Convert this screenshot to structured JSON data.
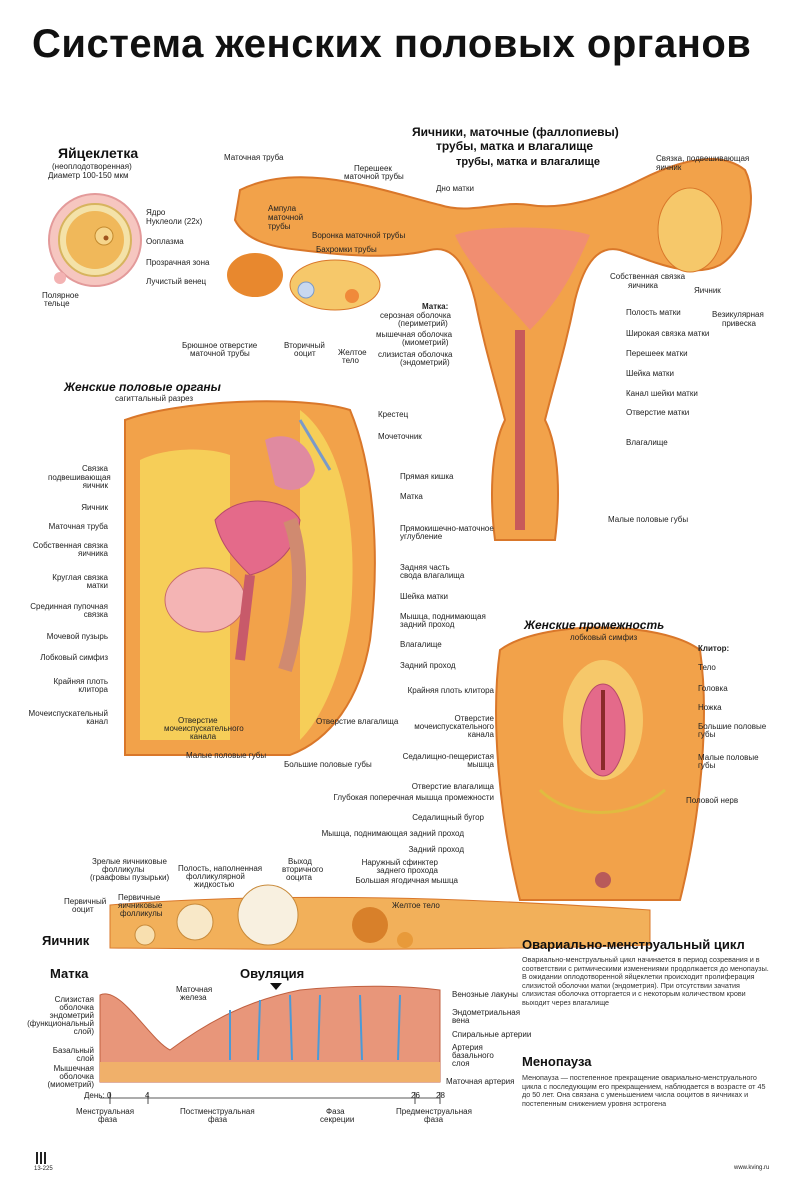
{
  "title": "Система женских половых органов",
  "egg": {
    "heading": "Яйцеклетка",
    "sub1": "(неоплодотворенная)",
    "sub2": "Диаметр 100-150 мкм",
    "nucleus": "Ядро",
    "nucleoli": "Нуклеоли (22х)",
    "ooplasm": "Ооплазма",
    "zona": "Прозрачная зона",
    "corona": "Лучистый венец",
    "polar_1": "Полярное",
    "polar_2": "тельце"
  },
  "uterus": {
    "heading_1": "Яичники, маточные (фаллопиевы)",
    "heading_2": "трубы, матка и влагалище",
    "heading_3": "трубы, матка и влагалище",
    "tube": "Маточная труба",
    "isthmus_1": "Перешеек",
    "isthmus_2": "маточной трубы",
    "fundus": "Дно матки",
    "suspensory_1": "Связка, подвешивающая",
    "suspensory_2": "яичник",
    "ampulla_1": "Ампула",
    "ampulla_2": "маточной",
    "ampulla_3": "трубы",
    "infundibulum": "Воронка маточной трубы",
    "fimbriae": "Бахромки трубы",
    "ovarian_lig_1": "Собственная связка",
    "ovarian_lig_2": "яичника",
    "ovary": "Яичник",
    "vesicular_1": "Везикулярная",
    "vesicular_2": "привеска",
    "abdominal_1": "Брюшное отверстие",
    "abdominal_2": "маточной трубы",
    "secondary_1": "Вторичный",
    "secondary_2": "ооцит",
    "yellow_1": "Желтое",
    "yellow_2": "тело",
    "uterus_label": "Матка:",
    "serosa_1": "серозная оболочка",
    "serosa_2": "(периметрий)",
    "muscle_1": "мышечная оболочка",
    "muscle_2": "(миометрий)",
    "mucosa_1": "слизистая оболочка",
    "mucosa_2": "(эндометрий)",
    "cavity": "Полость матки",
    "broad": "Широкая связка матки",
    "isthmus_uteri": "Перешеек матки",
    "cervix": "Шейка матки",
    "cervical_canal": "Канал шейки матки",
    "os": "Отверстие матки",
    "vagina": "Влагалище",
    "labia_minora": "Малые половые губы"
  },
  "sagittal": {
    "heading": "Женские половые органы",
    "sub": "сагиттальный разрез",
    "suspensory_1": "Связка",
    "suspensory_2": "подвешивающая",
    "suspensory_3": "яичник",
    "ovary": "Яичник",
    "tube": "Маточная труба",
    "ovarian_lig_1": "Собственная связка",
    "ovarian_lig_2": "яичника",
    "round_1": "Круглая связка",
    "round_2": "матки",
    "median_1": "Срединная пупочная",
    "median_2": "связка",
    "bladder": "Мочевой пузырь",
    "symphysis": "Лобковый симфиз",
    "prepuce_1": "Крайняя плоть",
    "prepuce_2": "клитора",
    "urethra_1": "Мочеиспускательный",
    "urethra_2": "канал",
    "sacrum": "Крестец",
    "ureter": "Мочеточник",
    "rectum": "Прямая кишка",
    "uterus": "Матка",
    "pouch_1": "Прямокишечно-маточное",
    "pouch_2": "углубление",
    "fornix_1": "Задняя часть",
    "fornix_2": "свода влагалища",
    "cervix": "Шейка матки",
    "levator_1": "Мышца, поднимающая",
    "levator_2": "задний проход",
    "vagina": "Влагалище",
    "anus": "Задний проход",
    "vaginal_opening": "Отверстие влагалища",
    "urethral_opening_1": "Отверстие",
    "urethral_opening_2": "мочеиспускательного",
    "urethral_opening_3": "канала",
    "labia_minora": "Малые половые губы",
    "labia_majora": "Большие половые губы"
  },
  "perineum": {
    "heading": "Женские промежность",
    "symphysis": "лобковый симфиз",
    "clitoris": "Клитор:",
    "body": "Тело",
    "glans": "Головка",
    "crus": "Ножка",
    "majora_1": "Большие половые",
    "majora_2": "губы",
    "minora_1": "Малые половые",
    "minora_2": "губы",
    "nerve": "Половой нерв",
    "prepuce": "Крайняя плоть клитора",
    "urethral_1": "Отверстие",
    "urethral_2": "мочеиспускательного",
    "urethral_3": "канала",
    "ischio_1": "Седалищно-пещеристая",
    "ischio_2": "мышца",
    "vaginal": "Отверстие влагалища",
    "transverse": "Глубокая поперечная мышца промежности",
    "tuber": "Седалищный бугор",
    "levator": "Мышца, поднимающая задний проход",
    "anus": "Задний проход",
    "sphincter_1": "Наружный сфинктер",
    "sphincter_2": "заднего прохода",
    "gluteus": "Большая ягодичная мышца"
  },
  "ovary_row": {
    "label": "Яичник",
    "mature_1": "Зрелые яичниковые",
    "mature_2": "фолликулы",
    "mature_3": "(граафовы пузырьки)",
    "cavity_1": "Полость, наполненная",
    "cavity_2": "фолликулярной",
    "cavity_3": "жидкостью",
    "exit_1": "Выход",
    "exit_2": "вторичного",
    "exit_3": "ооцита",
    "primary_oocyte_1": "Первичный",
    "primary_oocyte_2": "ооцит",
    "primary_follicles_1": "Первичные",
    "primary_follicles_2": "яичниковые",
    "primary_follicles_3": "фолликулы",
    "yellow": "Желтое тело"
  },
  "endometrium": {
    "label": "Матка",
    "ovulation": "Овуляция",
    "gland_1": "Маточная",
    "gland_2": "железа",
    "mucosa_1": "Слизистая",
    "mucosa_2": "оболочка",
    "mucosa_3": "эндометрий",
    "mucosa_4": "(функциональный",
    "mucosa_5": "слой)",
    "basal_1": "Базальный",
    "basal_2": "слой",
    "myo_1": "Мышечная",
    "myo_2": "оболочка",
    "myo_3": "(миометрий)",
    "days": "День:",
    "d0": "0",
    "d4": "4",
    "d26": "26",
    "d28": "28",
    "lacunae": "Венозные лакуны",
    "vein_1": "Эндометриальная",
    "vein_2": "вена",
    "spiral": "Спиральные артерии",
    "basal_art_1": "Артерия",
    "basal_art_2": "базального",
    "basal_art_3": "слоя",
    "uterine_art": "Маточная артерия",
    "phase1_1": "Менструальная",
    "phase1_2": "фаза",
    "phase2_1": "Постменструальная",
    "phase2_2": "фаза",
    "phase3_1": "Фаза",
    "phase3_2": "секреции",
    "phase4_1": "Предменструальная",
    "phase4_2": "фаза"
  },
  "cycle": {
    "heading": "Овариально-менструальный цикл",
    "text": "Овариально-менструальный цикл начинается в период созревания и в соответствии с ритмическими изменениями продолжается до менопаузы. В ожидании оплодотворенной яйцеклетки происходит пролиферация слизистой оболочки матки (эндометрия). При отсутствии зачатия слизистая оболочка отторгается и с некоторым количеством крови выходит через влагалище"
  },
  "menopause": {
    "heading": "Менопауза",
    "text": "Менопауза — постепенное прекращение овариально-менструального цикла с последующим его прекращением, наблюдается в возрасте от 45 до 50 лет. Она связана с уменьшением числа ооцитов в яичниках и постепенным снижением уровня эстрогена"
  },
  "footer": {
    "code": "13-225",
    "site": "www.kving.ru"
  },
  "colors": {
    "tissue": "#f2a24a",
    "tissue_light": "#f9cf8e",
    "tissue_dark": "#d9772a",
    "pink": "#e46a8a",
    "fat": "#f6d35a",
    "red": "#c83a3a",
    "blue": "#4a9ad8"
  }
}
